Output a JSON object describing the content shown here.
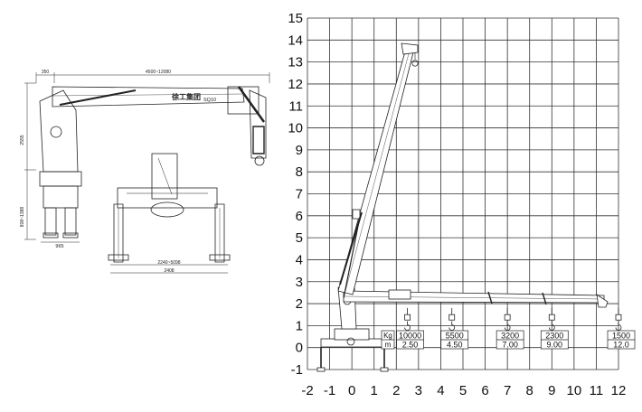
{
  "left_drawing": {
    "dim_offset": "350",
    "dim_reach": "4500~12080",
    "dim_height": "2555",
    "dim_outrigger_depth": "808~1388",
    "dim_base_width": "965",
    "dim_spread": "2240~5098",
    "dim_total_width": "2408",
    "brand_label": "徐工集团",
    "model_label": "SQ10"
  },
  "chart": {
    "x_ticks": [
      "-2",
      "-1",
      "0",
      "1",
      "2",
      "3",
      "4",
      "5",
      "6",
      "7",
      "8",
      "9",
      "10",
      "11",
      "12"
    ],
    "y_ticks": [
      "-1",
      "0",
      "1",
      "2",
      "3",
      "4",
      "5",
      "6",
      "7",
      "8",
      "9",
      "10",
      "11",
      "12",
      "13",
      "14",
      "15"
    ],
    "grid": true,
    "x_range": [
      -2,
      12
    ],
    "y_range": [
      -1,
      15
    ]
  },
  "load_table": {
    "kg_label": "Kg",
    "m_label": "m",
    "entries": [
      {
        "kg": "10000",
        "m": "2.50",
        "x": 2.5
      },
      {
        "kg": "5500",
        "m": "4.50",
        "x": 4.5
      },
      {
        "kg": "3200",
        "m": "7.00",
        "x": 7.0
      },
      {
        "kg": "2300",
        "m": "9.00",
        "x": 9.0
      },
      {
        "kg": "1500",
        "m": "12.0",
        "x": 12.0
      }
    ]
  }
}
